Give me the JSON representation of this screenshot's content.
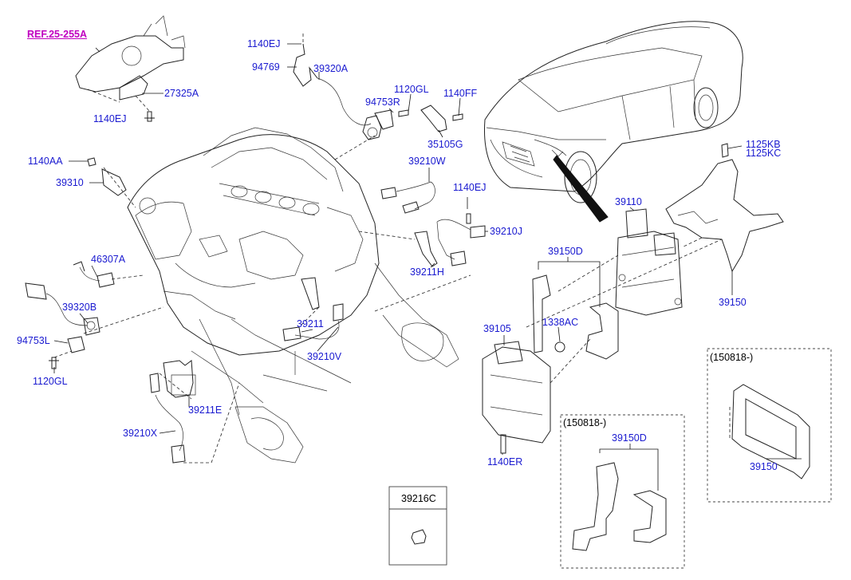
{
  "ref_label": "REF.25-255A",
  "labels": {
    "l_1140EJ_a": "1140EJ",
    "l_94769": "94769",
    "l_39320A": "39320A",
    "l_1120GL_a": "1120GL",
    "l_94753R": "94753R",
    "l_1140FF": "1140FF",
    "l_35105G": "35105G",
    "l_27325A": "27325A",
    "l_1140EJ_b": "1140EJ",
    "l_1140AA": "1140AA",
    "l_39310": "39310",
    "l_39210W": "39210W",
    "l_1140EJ_c": "1140EJ",
    "l_39210J": "39210J",
    "l_39211H": "39211H",
    "l_46307A": "46307A",
    "l_39320B": "39320B",
    "l_94753L": "94753L",
    "l_1120GL_b": "1120GL",
    "l_39211": "39211",
    "l_39210V": "39210V",
    "l_39211E": "39211E",
    "l_39210X": "39210X",
    "l_1125KB": "1125KB",
    "l_1125KC": "1125KC",
    "l_39110": "39110",
    "l_39150D_a": "39150D",
    "l_39150_a": "39150",
    "l_1338AC": "1338AC",
    "l_39105": "39105",
    "l_1140ER": "1140ER",
    "l_39150D_b": "39150D",
    "l_39150_b": "39150",
    "l_39216C": "39216C"
  },
  "boxes": {
    "box_a_date": "(150818-)",
    "box_b_date": "(150818-)",
    "box_c_part": "39216C"
  }
}
